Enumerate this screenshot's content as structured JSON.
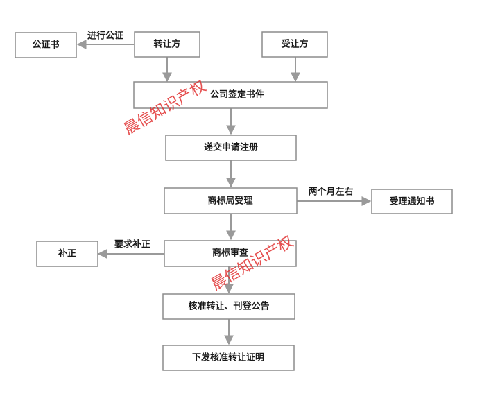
{
  "nodes": {
    "notary": "公证书",
    "transferor": "转让方",
    "transferee": "受让方",
    "sign_docs": "公司签定书件",
    "submit_reg": "递交申请注册",
    "accept": "商标局受理",
    "accept_notice": "受理通知书",
    "correction": "补正",
    "review": "商标审查",
    "approve_publish": "核准转让、刊登公告",
    "issue_cert": "下发核准转让证明"
  },
  "edges": {
    "notarize": "进行公证",
    "two_months": "两个月左右",
    "require_correction": "要求补正"
  },
  "watermark": "晨信知识产权",
  "colors": {
    "box_border": "#8c8c8c",
    "arrow": "#9a9a9a",
    "watermark": "#e03030"
  }
}
